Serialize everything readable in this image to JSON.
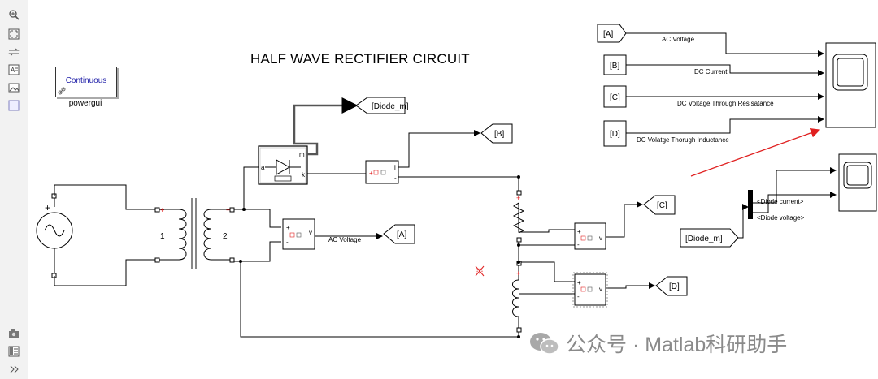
{
  "diagram": {
    "title": "HALF WAVE  RECTIFIER CIRCUIT",
    "powergui": {
      "label": "Continuous",
      "caption": "powergui"
    },
    "tags": {
      "diode_m": "[Diode_m]",
      "b": "[B]",
      "a": "[A]",
      "c": "[C]",
      "d": "[D]"
    },
    "from_tags": [
      "[A]",
      "[B]",
      "[C]",
      "[D]"
    ],
    "signal_labels": {
      "ac_voltage": "AC Voltage",
      "dc_current": "DC Current",
      "dc_voltage_res": "DC Voltage Through Resisatance",
      "dc_voltage_ind": "DC Volatge Thorugh Inductance",
      "ac_voltage_meas": "AC Voltage"
    },
    "transformer": {
      "winding1": "1",
      "winding2": "2"
    },
    "diode_ports": {
      "a": "a",
      "k": "k",
      "m": "m"
    },
    "current_meas_port": "i",
    "voltage_meas_port": "v",
    "plus": "+",
    "minus": "-",
    "bus_signals": [
      "<Diode current>",
      "<Diode voltage>"
    ],
    "from_diode": "[Diode_m]"
  },
  "watermark": {
    "text": "公众号 · Matlab科研助手"
  },
  "colors": {
    "arrow": "#e02020",
    "port_plus": "#e02020",
    "text_blue": "#1a1aa6"
  }
}
